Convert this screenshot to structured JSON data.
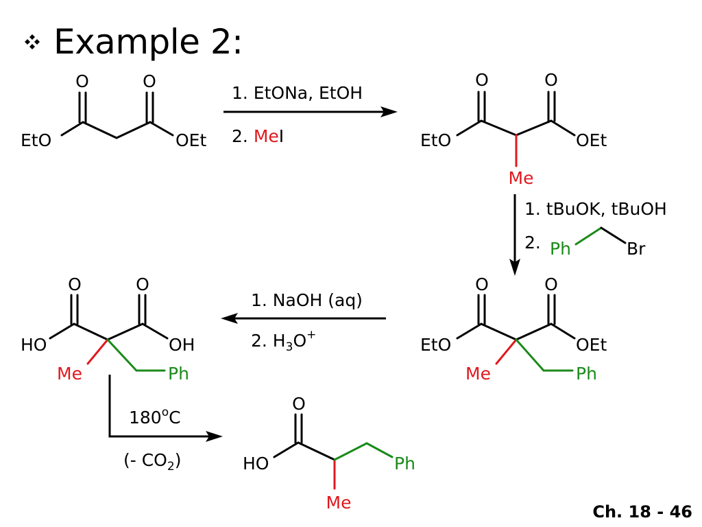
{
  "slide": {
    "title": "Example 2:",
    "footer": "Ch. 18 - 46",
    "bullet_icon": "four-diamond-bullet"
  },
  "colors": {
    "black": "#000000",
    "red": "#e0181e",
    "green": "#1a8a1a"
  },
  "molecules": {
    "diethyl_malonate": {
      "o1": "O",
      "o2": "O",
      "left": "EtO",
      "right": "OEt"
    },
    "methyl_malonate": {
      "o1": "O",
      "o2": "O",
      "left": "EtO",
      "right": "OEt",
      "sub": "Me"
    },
    "dialkyl_malonate": {
      "o1": "O",
      "o2": "O",
      "left": "EtO",
      "right": "OEt",
      "sub_me": "Me",
      "sub_ph": "Ph"
    },
    "diacid": {
      "o1": "O",
      "o2": "O",
      "left": "HO",
      "right": "OH",
      "sub_me": "Me",
      "sub_ph": "Ph"
    },
    "product": {
      "o": "O",
      "left": "HO",
      "sub_me": "Me",
      "sub_ph": "Ph"
    }
  },
  "steps": {
    "step1": {
      "line1": "1. EtONa, EtOH",
      "line2_prefix": "2. ",
      "line2_red": "Me",
      "line2_suffix": "I"
    },
    "step2": {
      "line1": "1. tBuOK, tBuOH",
      "line2_prefix": "2.",
      "ph": "Ph",
      "br": "Br"
    },
    "step3": {
      "line1": "1. NaOH (aq)",
      "line2_prefix": "2. H",
      "sub3": "3",
      "o": "O",
      "sup": "+"
    },
    "step4": {
      "temp": "180",
      "deg": "o",
      "unit": "C",
      "paren_open": "(- CO",
      "sub2": "2",
      "paren_close": ")"
    }
  }
}
